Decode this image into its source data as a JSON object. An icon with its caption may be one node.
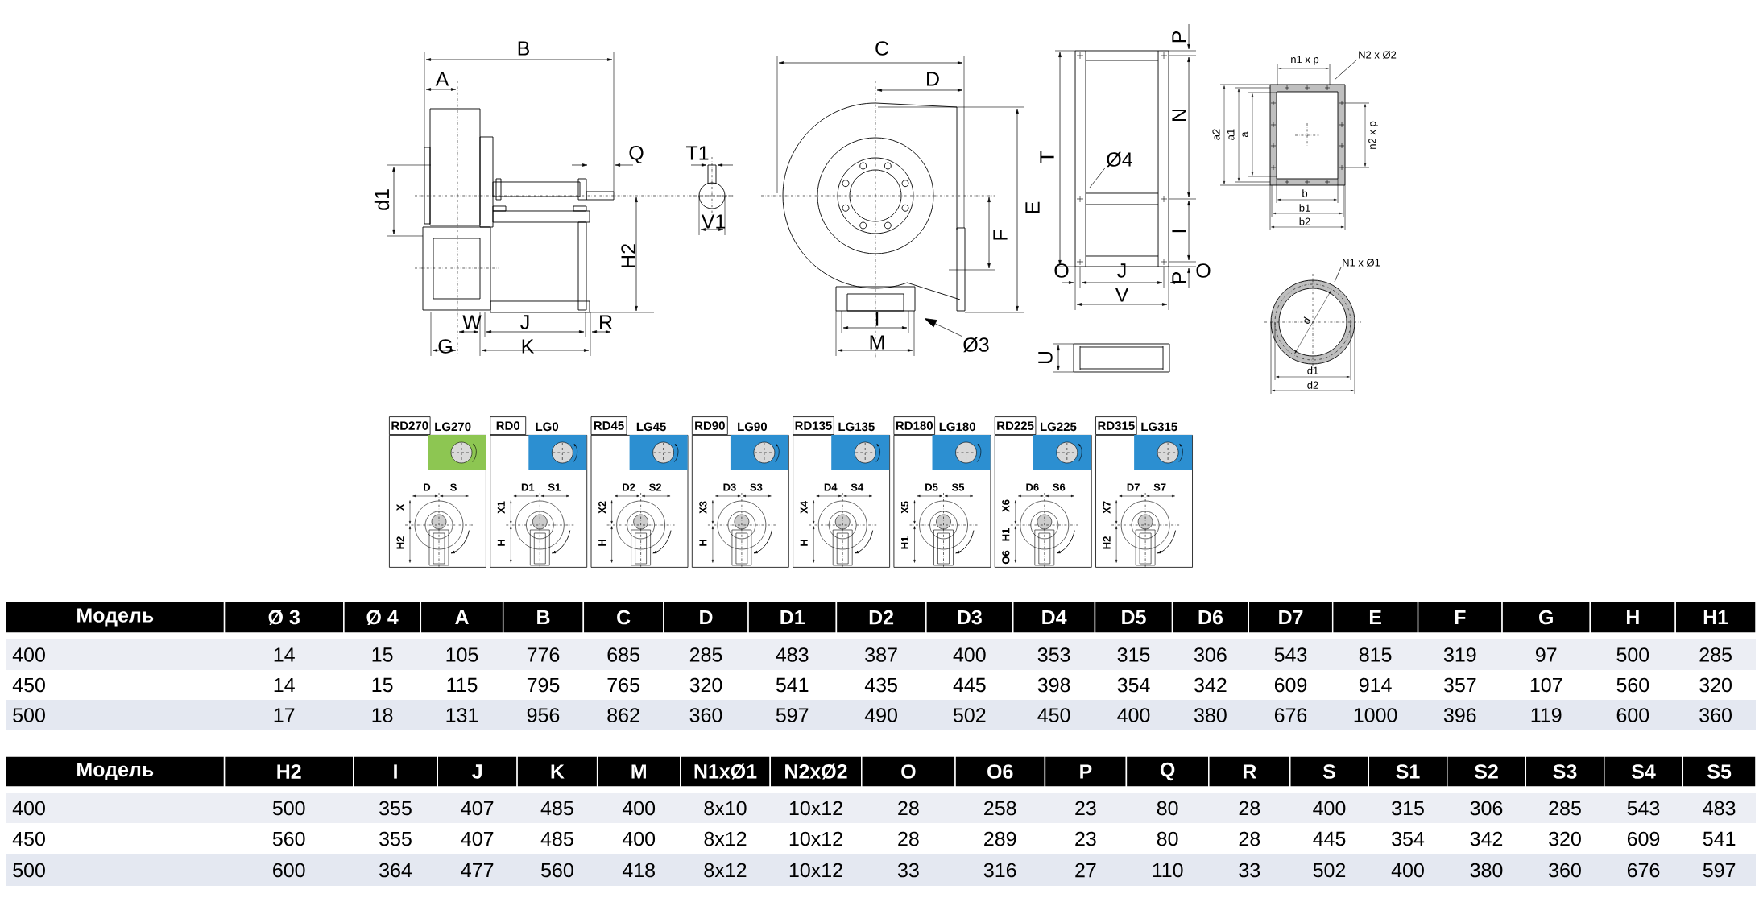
{
  "diagram": {
    "nodes": [
      {
        "text": [
          "Ø3"
        ]
      },
      {
        "text": [
          "Ø4"
        ]
      },
      {
        "text": [
          "N2 x Ø2"
        ]
      },
      {
        "text": [
          "N1 x Ø1"
        ]
      },
      {
        "text": [
          "RD270",
          "LG270",
          "D",
          "S",
          "X",
          "H2"
        ]
      },
      {
        "text": [
          "RD0",
          "LG0",
          "D1",
          "S1",
          "X1",
          "H"
        ]
      },
      {
        "text": [
          "RD45",
          "LG45",
          "D2",
          "S2",
          "X2",
          "H"
        ]
      },
      {
        "text": [
          "RD90",
          "LG90",
          "D3",
          "S3",
          "X3",
          "H"
        ]
      },
      {
        "text": [
          "RD135",
          "LG135",
          "D4",
          "S4",
          "X4",
          "H"
        ]
      },
      {
        "text": [
          "RD180",
          "LG180",
          "D5",
          "S5",
          "X5",
          "H1"
        ]
      },
      {
        "text": [
          "RD225",
          "LG225",
          "D6",
          "S6",
          "X6",
          "H1",
          "O6"
        ]
      },
      {
        "text": [
          "RD315",
          "LG315",
          "D7",
          "S7",
          "X7",
          "H2"
        ]
      }
    ],
    "edges": [
      {
        "from": 0,
        "to": null,
        "arrow": "to"
      },
      {
        "from": 1,
        "to": null,
        "arrow": "none"
      },
      {
        "from": 2,
        "to": null,
        "arrow": "none"
      },
      {
        "from": 3,
        "to": null,
        "arrow": "none"
      }
    ],
    "labels": [
      "B",
      "A",
      "Q",
      "d1",
      "H2",
      "T1",
      "V1",
      "W",
      "J",
      "R",
      "G",
      "K",
      "C",
      "D",
      "E",
      "F",
      "I",
      "M",
      "P",
      "T",
      "N",
      "I",
      "O",
      "J",
      "P",
      "O",
      "V",
      "U",
      "n1 x p",
      "a2",
      "a1",
      "a",
      "n2 x p",
      "b",
      "b1",
      "b2",
      "d",
      "d1",
      "d2",
      "Модель",
      "Ø 3",
      "Ø 4",
      "A",
      "B",
      "C",
      "D",
      "D1",
      "D2",
      "D3",
      "D4",
      "D5",
      "D6",
      "D7",
      "E",
      "F",
      "G",
      "H",
      "H1",
      "400",
      "14",
      "15",
      "105",
      "776",
      "685",
      "285",
      "483",
      "387",
      "400",
      "353",
      "315",
      "306",
      "543",
      "815",
      "319",
      "97",
      "500",
      "285",
      "450",
      "14",
      "15",
      "115",
      "795",
      "765",
      "320",
      "541",
      "435",
      "445",
      "398",
      "354",
      "342",
      "609",
      "914",
      "357",
      "107",
      "560",
      "320",
      "500",
      "17",
      "18",
      "131",
      "956",
      "862",
      "360",
      "597",
      "490",
      "502",
      "450",
      "400",
      "380",
      "676",
      "1000",
      "396",
      "119",
      "600",
      "360",
      "Модель",
      "H2",
      "I",
      "J",
      "K",
      "M",
      "N1xØ1",
      "N2xØ2",
      "O",
      "O6",
      "P",
      "Q",
      "R",
      "S",
      "S1",
      "S2",
      "S3",
      "S4",
      "S5",
      "400",
      "500",
      "355",
      "407",
      "485",
      "400",
      "8x10",
      "10x12",
      "28",
      "258",
      "23",
      "80",
      "28",
      "400",
      "315",
      "306",
      "285",
      "543",
      "483",
      "450",
      "560",
      "355",
      "407",
      "485",
      "400",
      "8x12",
      "10x12",
      "28",
      "289",
      "23",
      "80",
      "28",
      "445",
      "354",
      "342",
      "320",
      "609",
      "541",
      "500",
      "600",
      "364",
      "477",
      "560",
      "418",
      "8x12",
      "10x12",
      "33",
      "316",
      "27",
      "110",
      "33",
      "502",
      "400",
      "380",
      "360",
      "676",
      "597"
    ]
  }
}
